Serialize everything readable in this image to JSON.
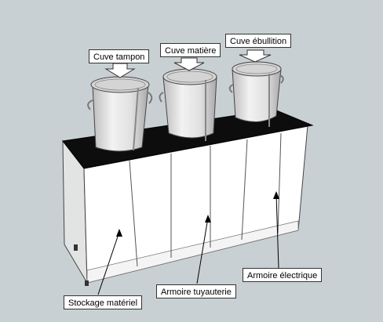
{
  "callouts": {
    "cuve_tampon": "Cuve tampon",
    "cuve_matiere": "Cuve matière",
    "cuve_ebullition": "Cuve ébullition",
    "stockage_materiel": "Stockage matériel",
    "armoire_tuyauterie": "Armoire tuyauterie",
    "armoire_electrique": "Armoire électrique"
  },
  "colors": {
    "background": "#c9d0d3",
    "cabinet_front": "#ffffff",
    "cabinet_side": "#e2e4e4",
    "countertop": "#0d0d0d",
    "tank_body": "#e3e3e3"
  }
}
